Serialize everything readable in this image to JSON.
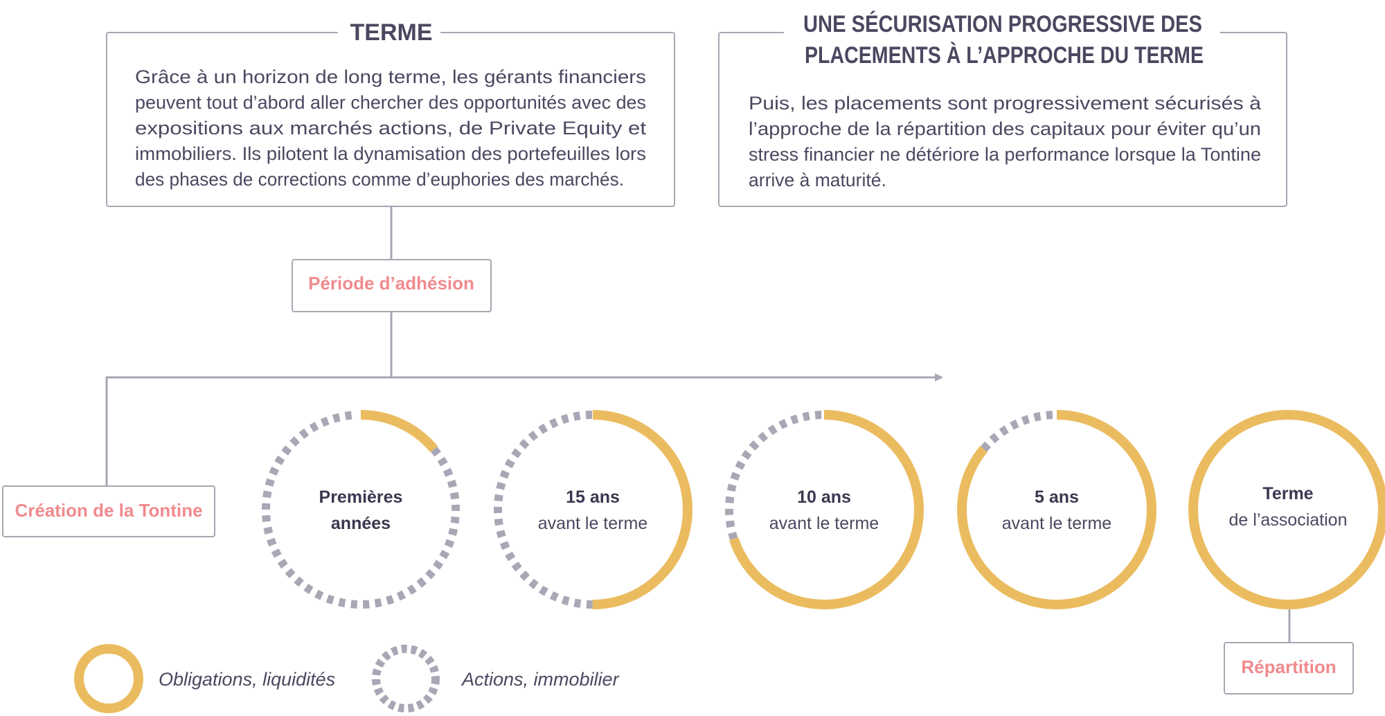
{
  "colors": {
    "gold": "#eabc5f",
    "gray": "#a8a7b5",
    "pink": "#f08a8e",
    "ink": "#4a4860",
    "border": "#a7a6b2"
  },
  "terme_box": {
    "title": "TERME",
    "lines": [
      "Grâce à un horizon de long terme, les gérants financiers",
      "peuvent tout d’abord aller chercher des opportunités avec des",
      "expositions aux marchés actions, de Private Equity et",
      "immobiliers. Ils pilotent la dynamisation des portefeuilles lors",
      "des phases de corrections comme d’euphories des marchés."
    ]
  },
  "securisation_box": {
    "title_lines": [
      "UNE SÉCURISATION PROGRESSIVE DES",
      "PLACEMENTS À L’APPROCHE DU TERME"
    ],
    "lines": [
      "Puis, les placements sont progressivement sécurisés à",
      "l’approche de la répartition des capitaux pour éviter qu’un",
      "stress financier ne détériore la performance lorsque la Tontine",
      "arrive à maturité."
    ]
  },
  "labels": {
    "periode": "Période d’adhésion",
    "creation": "Création de la Tontine",
    "repartition": "Répartition"
  },
  "rings": [
    {
      "line1": "Premières",
      "line2": "années",
      "bold2": true,
      "gold_fraction": 0.14
    },
    {
      "line1": "15 ans",
      "line2": "avant le terme",
      "bold2": false,
      "gold_fraction": 0.5
    },
    {
      "line1": "10 ans",
      "line2": "avant le terme",
      "bold2": false,
      "gold_fraction": 0.7
    },
    {
      "line1": "5 ans",
      "line2": "avant le terme",
      "bold2": false,
      "gold_fraction": 0.86
    },
    {
      "line1": "Terme",
      "line2": "de l’association",
      "bold2": false,
      "gold_fraction": 1.0
    }
  ],
  "legend": {
    "obligations": "Obligations, liquidités",
    "actions": "Actions, immobilier"
  }
}
